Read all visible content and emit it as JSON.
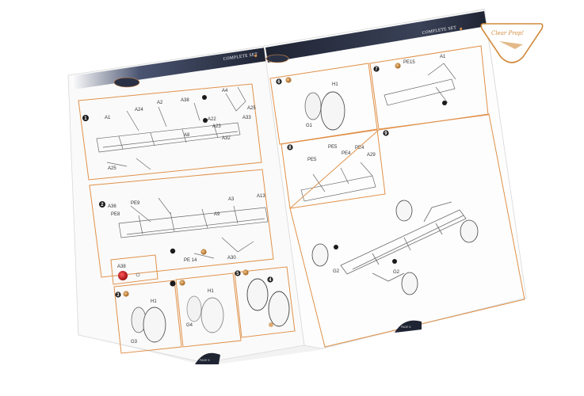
{
  "header": {
    "left": "COMPLETE SET",
    "right": "COMPLETE SET"
  },
  "logo": {
    "text": "Clear Prop!"
  },
  "colors": {
    "panel_border": "#e0914a",
    "header_bar": "#1f2433",
    "step_badge": "#1a1a1a",
    "paint_copper": "#b8742e",
    "paint_red": "#c11a1a"
  },
  "steps": {
    "s1": "1",
    "s2": "2",
    "s3": "3",
    "s4": "4",
    "s5": "5",
    "s6": "6",
    "s7": "7",
    "s8": "8",
    "s9": "9"
  },
  "left_page": {
    "step1_labels": {
      "a38": "A38",
      "a1": "A1",
      "a24": "A24",
      "a2": "A2",
      "a4": "A4",
      "a22": "A22",
      "a23": "A23",
      "a32": "A32",
      "a25": "A25",
      "a33": "A33",
      "a8": "A8",
      "a25b": "A25"
    },
    "step2_labels": {
      "a36": "A36",
      "pe8": "PE8",
      "pe9": "PE9",
      "a3": "A3",
      "a13": "A13",
      "a9": "A9",
      "a30": "A30",
      "pe14": "PE 14"
    },
    "a38_label": "A38",
    "step3_labels": {
      "h1": "H1",
      "g3": "G3"
    },
    "step4_labels": {
      "h1": "H1",
      "g4": "G4"
    },
    "page_number": "PAGE 5"
  },
  "right_page": {
    "step6_labels": {
      "h1": "H1",
      "g1": "G1"
    },
    "step7_labels": {
      "pe15": "PE15",
      "a1": "A1"
    },
    "step8_labels": {
      "pe5": "PE5",
      "pe5b": "PE5",
      "pe4": "PE4",
      "pe4b": "PE4",
      "a29": "A29"
    },
    "step9_labels": {
      "g2": "G2",
      "g2b": "G2"
    },
    "page_number": "PAGE 6"
  }
}
